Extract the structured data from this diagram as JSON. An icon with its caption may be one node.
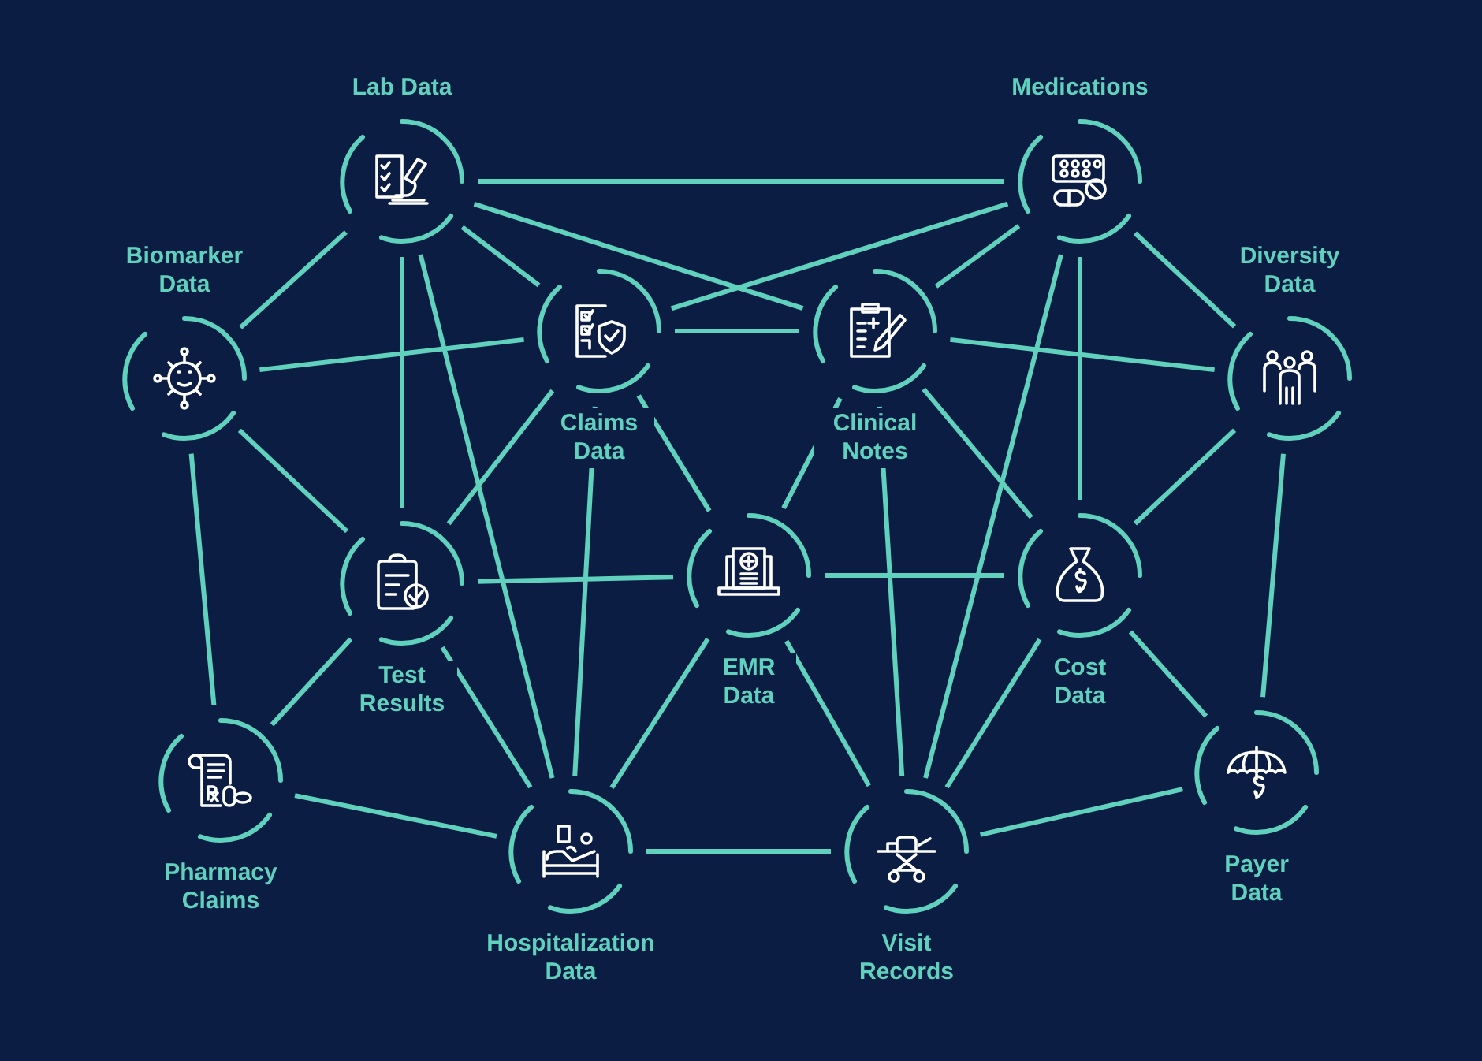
{
  "diagram": {
    "nodes": [
      {
        "text": [
          "Lab Data"
        ]
      },
      {
        "text": [
          "Medications"
        ]
      },
      {
        "text": [
          "Biomarker Data"
        ]
      },
      {
        "text": [
          "Claims Data"
        ]
      },
      {
        "text": [
          "Clinical Notes"
        ]
      },
      {
        "text": [
          "Diversity Data"
        ]
      },
      {
        "text": [
          "Test Results"
        ]
      },
      {
        "text": [
          "EMR Data"
        ]
      },
      {
        "text": [
          "Cost Data"
        ]
      },
      {
        "text": [
          "Pharmacy Claims"
        ]
      },
      {
        "text": [
          "Hospitalization Data"
        ]
      },
      {
        "text": [
          "Visit Records"
        ]
      },
      {
        "text": [
          "Payer Data"
        ]
      }
    ],
    "edges": [
      {
        "from": 0,
        "to": 1,
        "arrow": "none"
      },
      {
        "from": 0,
        "to": 4,
        "arrow": "none"
      },
      {
        "from": 1,
        "to": 3,
        "arrow": "none"
      },
      {
        "from": 3,
        "to": 4,
        "arrow": "none"
      },
      {
        "from": 0,
        "to": 2,
        "arrow": "none"
      },
      {
        "from": 0,
        "to": 6,
        "arrow": "none"
      },
      {
        "from": 0,
        "to": 10,
        "arrow": "none"
      },
      {
        "from": 0,
        "to": 3,
        "arrow": "none"
      },
      {
        "from": 2,
        "to": 3,
        "arrow": "none"
      },
      {
        "from": 2,
        "to": 6,
        "arrow": "none"
      },
      {
        "from": 2,
        "to": 9,
        "arrow": "none"
      },
      {
        "from": 3,
        "to": 6,
        "arrow": "none"
      },
      {
        "from": 3,
        "to": 10,
        "arrow": "none"
      },
      {
        "from": 3,
        "to": 7,
        "arrow": "none"
      },
      {
        "from": 1,
        "to": 4,
        "arrow": "none"
      },
      {
        "from": 1,
        "to": 11,
        "arrow": "none"
      },
      {
        "from": 1,
        "to": 8,
        "arrow": "none"
      },
      {
        "from": 1,
        "to": 5,
        "arrow": "none"
      },
      {
        "from": 4,
        "to": 5,
        "arrow": "none"
      },
      {
        "from": 4,
        "to": 7,
        "arrow": "none"
      },
      {
        "from": 4,
        "to": 11,
        "arrow": "none"
      },
      {
        "from": 4,
        "to": 8,
        "arrow": "none"
      },
      {
        "from": 5,
        "to": 8,
        "arrow": "none"
      },
      {
        "from": 5,
        "to": 12,
        "arrow": "none"
      },
      {
        "from": 6,
        "to": 7,
        "arrow": "none"
      },
      {
        "from": 6,
        "to": 10,
        "arrow": "none"
      },
      {
        "from": 6,
        "to": 9,
        "arrow": "none"
      },
      {
        "from": 7,
        "to": 8,
        "arrow": "none"
      },
      {
        "from": 7,
        "to": 10,
        "arrow": "none"
      },
      {
        "from": 7,
        "to": 11,
        "arrow": "none"
      },
      {
        "from": 8,
        "to": 11,
        "arrow": "none"
      },
      {
        "from": 8,
        "to": 12,
        "arrow": "none"
      },
      {
        "from": 9,
        "to": 10,
        "arrow": "none"
      },
      {
        "from": 10,
        "to": 11,
        "arrow": "none"
      },
      {
        "from": 11,
        "to": 12,
        "arrow": "none"
      }
    ]
  }
}
